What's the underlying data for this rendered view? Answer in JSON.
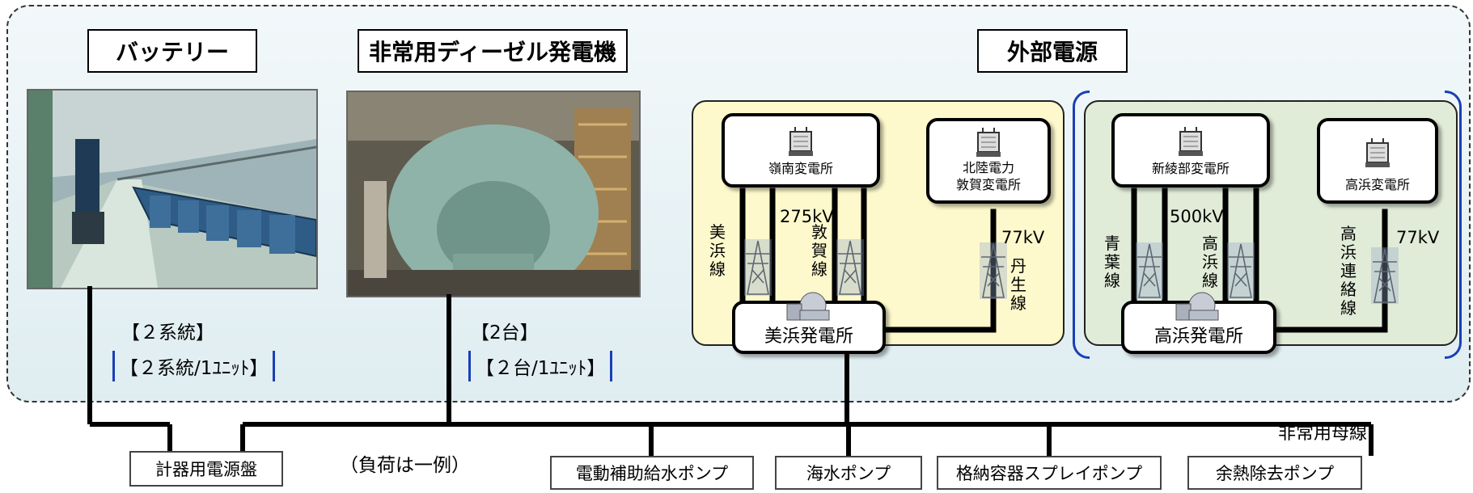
{
  "sources": {
    "battery": {
      "title": "バッテリー",
      "count": "【２系統】",
      "per_unit": "【２系統/1ﾕﾆｯﾄ】"
    },
    "diesel": {
      "title": "非常用ディーゼル発電機",
      "count": "【2台】",
      "per_unit": "【２台/1ﾕﾆｯﾄ】"
    },
    "external": {
      "title": "外部電源"
    }
  },
  "mihama_grid": {
    "sub_reinan": "嶺南変電所",
    "sub_tsuruga": [
      "北陸電力",
      "敦賀変電所"
    ],
    "plant": "美浜発電所",
    "voltage_high": "275kV",
    "voltage_low": "77kV",
    "line_mihama": "美浜線",
    "line_tsuruga": "敦賀線",
    "line_nyu": "丹生線"
  },
  "takahama_grid": {
    "sub_shin_ayabe": "新綾部変電所",
    "sub_takahama": "高浜変電所",
    "plant": "高浜発電所",
    "voltage_high": "500kV",
    "voltage_low": "77kV",
    "line_aoba": "青葉線",
    "line_takahama": "高浜線",
    "line_renraku": "高浜連絡線"
  },
  "bus": {
    "label": "非常用母線",
    "load_note": "（負荷は一例）",
    "loads": [
      "計器用電源盤",
      "電動補助給水ポンプ",
      "海水ポンプ",
      "格納容器スプレイポンプ",
      "余熱除去ポンプ"
    ]
  },
  "icons": {
    "transformer": "transformer-icon",
    "tower": "transmission-tower-icon",
    "reactor": "nuclear-plant-icon"
  },
  "colors": {
    "bracket": "#1a3fb5",
    "panel_mihama": "#fdf9cc",
    "panel_takahama": "#e1ecd8"
  }
}
